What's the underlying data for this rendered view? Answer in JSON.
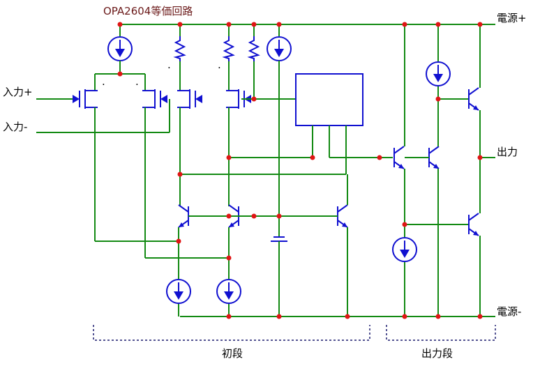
{
  "diagram": {
    "title": "OPA2604等価回路",
    "labels": {
      "vplus": "電源+",
      "vminus": "電源-",
      "in_plus": "入力+",
      "in_minus": "入力-",
      "output": "出力"
    },
    "sections": {
      "first_stage": "初段",
      "output_stage": "出力段"
    },
    "colors": {
      "wire": "#138a13",
      "component": "#1010d0",
      "junction": "#e01515",
      "title": "#6b1a1a",
      "label": "#000000",
      "section_bracket": "#1a1a6e"
    }
  }
}
